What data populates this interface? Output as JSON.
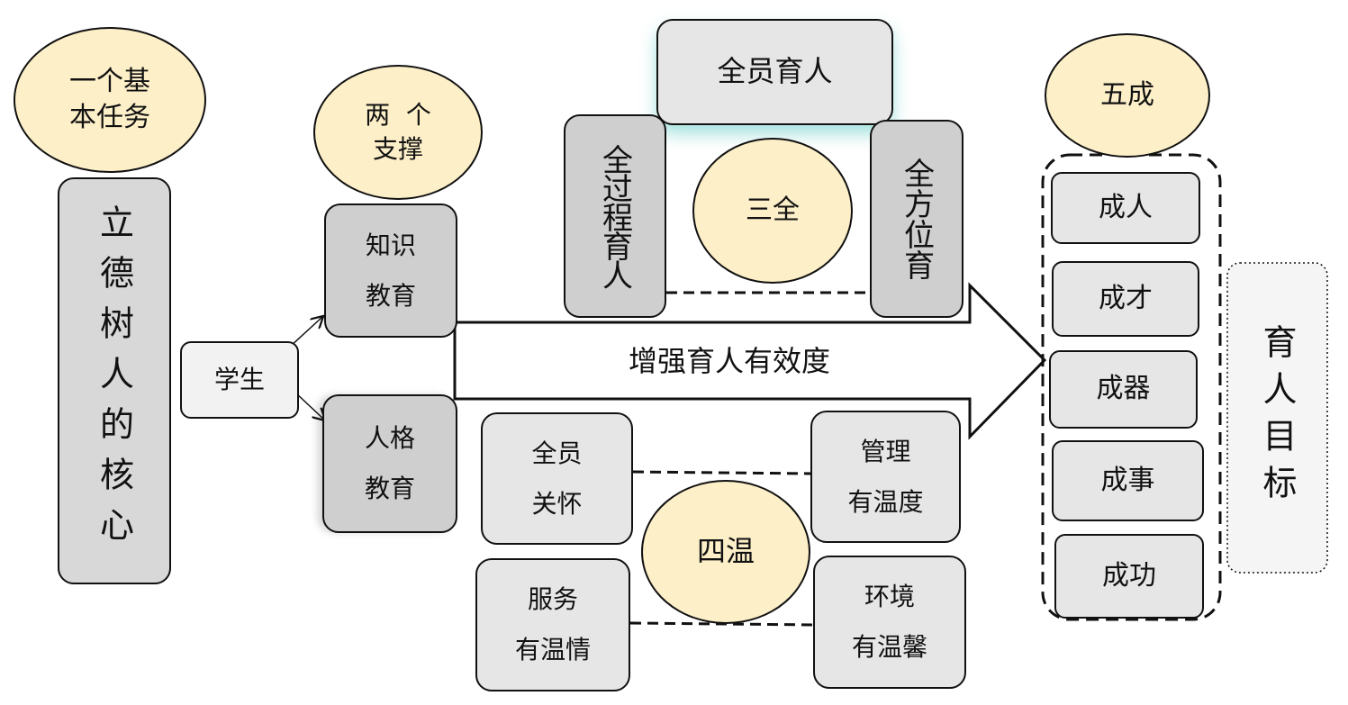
{
  "task": {
    "label_line1": "一个基",
    "label_line2": "本任务"
  },
  "core": {
    "label": "立德树人的核心"
  },
  "support": {
    "label_line1": "两  个",
    "label_line2": "支撑"
  },
  "knowledge": {
    "label_line1": "知识",
    "label_line2": "教育"
  },
  "personality": {
    "label_line1": "人格",
    "label_line2": "教育"
  },
  "student": {
    "label": "学生"
  },
  "arrow": {
    "label": "增强育人有效度"
  },
  "san_quan": {
    "center": "三全",
    "top": "全员育人",
    "left": "全过程育人",
    "right": "全方位育"
  },
  "si_wen": {
    "center": "四温",
    "top_left": {
      "line1": "全员",
      "line2": "关怀"
    },
    "top_right": {
      "line1": "管理",
      "line2": "有温度"
    },
    "bottom_left": {
      "line1": "服务",
      "line2": "有温情"
    },
    "bottom_right": {
      "line1": "环境",
      "line2": "有温馨"
    }
  },
  "wu_cheng": {
    "title": "五成",
    "items": [
      "成人",
      "成才",
      "成器",
      "成事",
      "成功"
    ]
  },
  "goal": {
    "label": "育人目标"
  },
  "colors": {
    "oval": "#fdefc8",
    "box": "#e6e6e6",
    "dark_box": "#cfcfcf",
    "glow": "#7fd6d0"
  }
}
